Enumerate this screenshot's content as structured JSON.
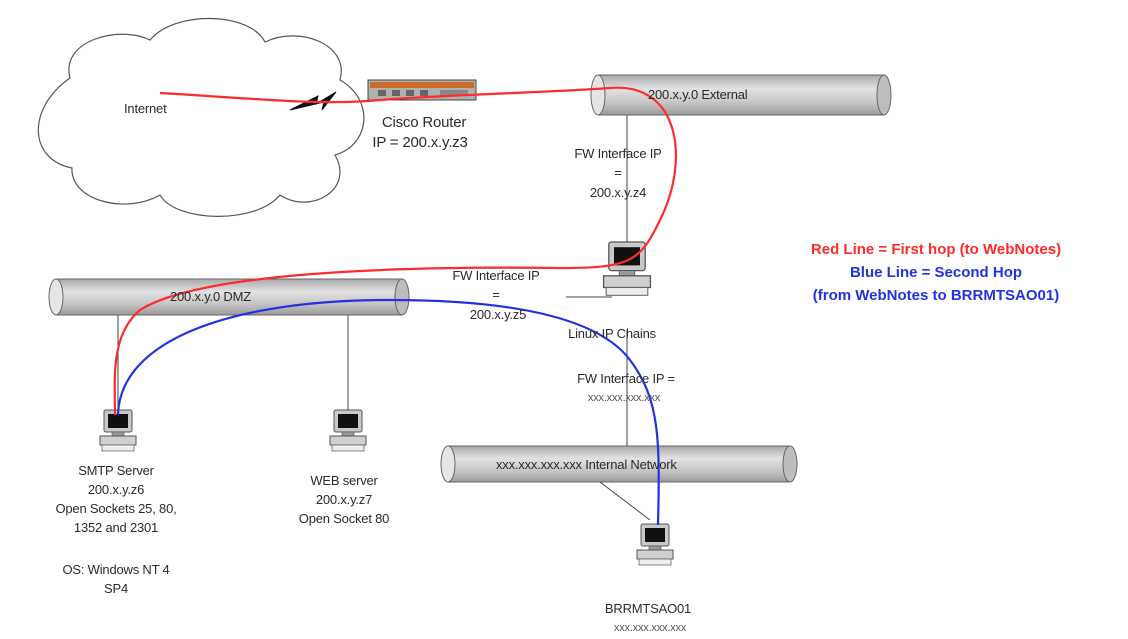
{
  "cloud": {
    "label": "Internet"
  },
  "router": {
    "name": "Cisco Router",
    "ip": "IP = 200.x.y.z3"
  },
  "segments": {
    "external": "200.x.y.0  External",
    "dmz": "200.x.y.0 DMZ",
    "internal": "xxx.xxx.xxx.xxx Internal Network"
  },
  "firewall": {
    "name": "Linux IP Chains",
    "ext_label": "FW Interface IP",
    "ext_eq": "=",
    "ext_ip": "200.x.y.z4",
    "dmz_label": "FW Interface IP",
    "dmz_eq": "=",
    "dmz_ip": "200.x.y.z5",
    "int_label": "FW Interface IP =",
    "int_ip": "xxx.xxx.xxx.xxx"
  },
  "smtp": {
    "line1": "SMTP Server",
    "line2": "200.x.y.z6",
    "line3": "Open Sockets  25, 80,",
    "line4": "1352 and 2301",
    "os1": "OS: Windows NT 4",
    "os2": "SP4"
  },
  "web": {
    "line1": "WEB server",
    "line2": "200.x.y.z7",
    "line3": "Open Socket 80"
  },
  "internal_host": {
    "name": "BRRMTSAO01",
    "ip": "xxx.xxx.xxx.xxx"
  },
  "legend": {
    "red": "Red Line = First hop (to WebNotes)",
    "blue1": "Blue Line = Second Hop",
    "blue2": "(from WebNotes to BRRMTSAO01)",
    "red_color": "#ff2a2a",
    "blue_color": "#2233dd"
  }
}
